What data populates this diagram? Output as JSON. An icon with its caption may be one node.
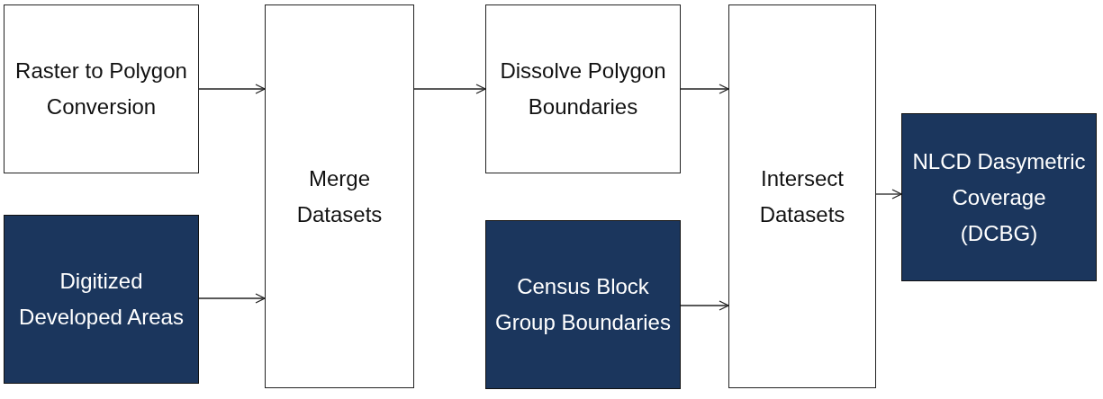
{
  "diagram": {
    "nodes": [
      {
        "text": [
          "Raster to Polygon Conversion"
        ]
      },
      {
        "text": [
          "Digitized Developed Areas"
        ]
      },
      {
        "text": [
          "Merge Datasets"
        ]
      },
      {
        "text": [
          "Dissolve Polygon Boundaries"
        ]
      },
      {
        "text": [
          "Census Block Group Boundaries"
        ]
      },
      {
        "text": [
          "Intersect Datasets"
        ]
      },
      {
        "text": [
          "NLCD Dasymetric Coverage (DCBG)"
        ]
      }
    ],
    "edges": [
      {
        "from": 0,
        "to": 2,
        "arrow": "to"
      },
      {
        "from": 1,
        "to": 2,
        "arrow": "to"
      },
      {
        "from": 2,
        "to": 3,
        "arrow": "to"
      },
      {
        "from": 3,
        "to": 5,
        "arrow": "to"
      },
      {
        "from": 4,
        "to": 5,
        "arrow": "to"
      },
      {
        "from": 5,
        "to": 6,
        "arrow": "to"
      }
    ]
  }
}
